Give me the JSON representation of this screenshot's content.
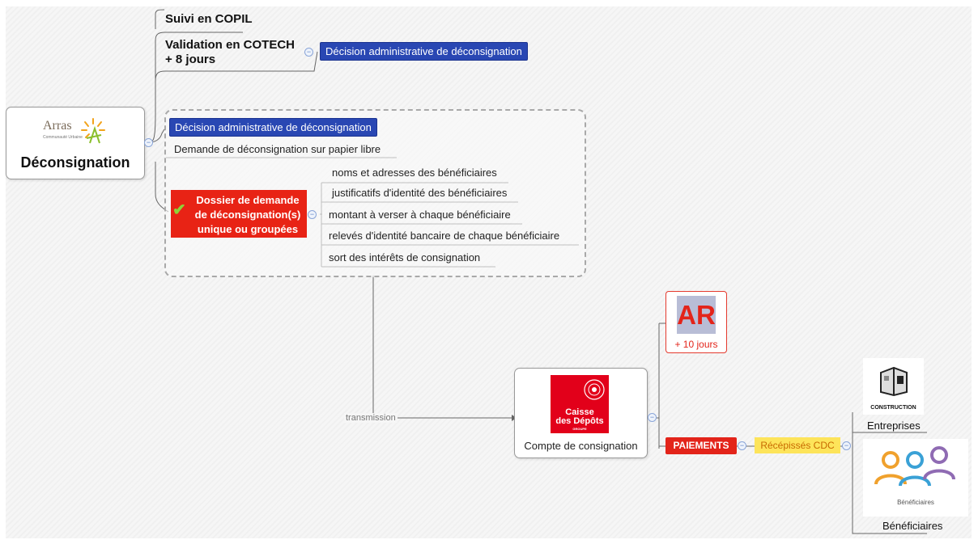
{
  "root": {
    "title": "Déconsignation",
    "logo_word": "Arras",
    "logo_sub": "Communauté Urbaine"
  },
  "top_branches": {
    "suivi": "Suivi en COPIL",
    "validation_line1": "Validation en COTECH",
    "validation_line2": "+ 8 jours",
    "decision_top": "Décision administrative de déconsignation"
  },
  "group": {
    "decision": "Décision administrative de déconsignation",
    "demande": "Demande de déconsignation sur papier libre",
    "dossier_lines": [
      "Dossier de demande",
      "de déconsignation(s)",
      "unique ou groupées"
    ],
    "items": [
      "noms et adresses des bénéficiaires",
      "justificatifs d'identité des bénéficiaires",
      "montant à verser à chaque bénéficiaire",
      "relevés d'identité bancaire de chaque bénéficiaire",
      "sort des intérêts de consignation"
    ]
  },
  "flow": {
    "transmission": "transmission",
    "compte": "Compte de consignation",
    "cdc_name_line1": "Caisse",
    "cdc_name_line2": "des Dépôts",
    "cdc_groupe": "GROUPE",
    "ar_text": "AR",
    "ar_label": "+ 10 jours",
    "paiements": "PAIEMENTS",
    "recepisses": "Récépissés CDC",
    "entreprises": "Entreprises",
    "entreprises_img_text": "CONSTRUCTION",
    "beneficiaires": "Bénéficiaires",
    "beneficiaires_img_text": "Bénéficiaires"
  },
  "colors": {
    "blue_tag": "#2947b3",
    "red": "#e82315",
    "yellow": "#fde45a",
    "line": "#666666"
  },
  "icons": {
    "check": "check-icon",
    "collapse": "collapse-toggle-icon"
  }
}
